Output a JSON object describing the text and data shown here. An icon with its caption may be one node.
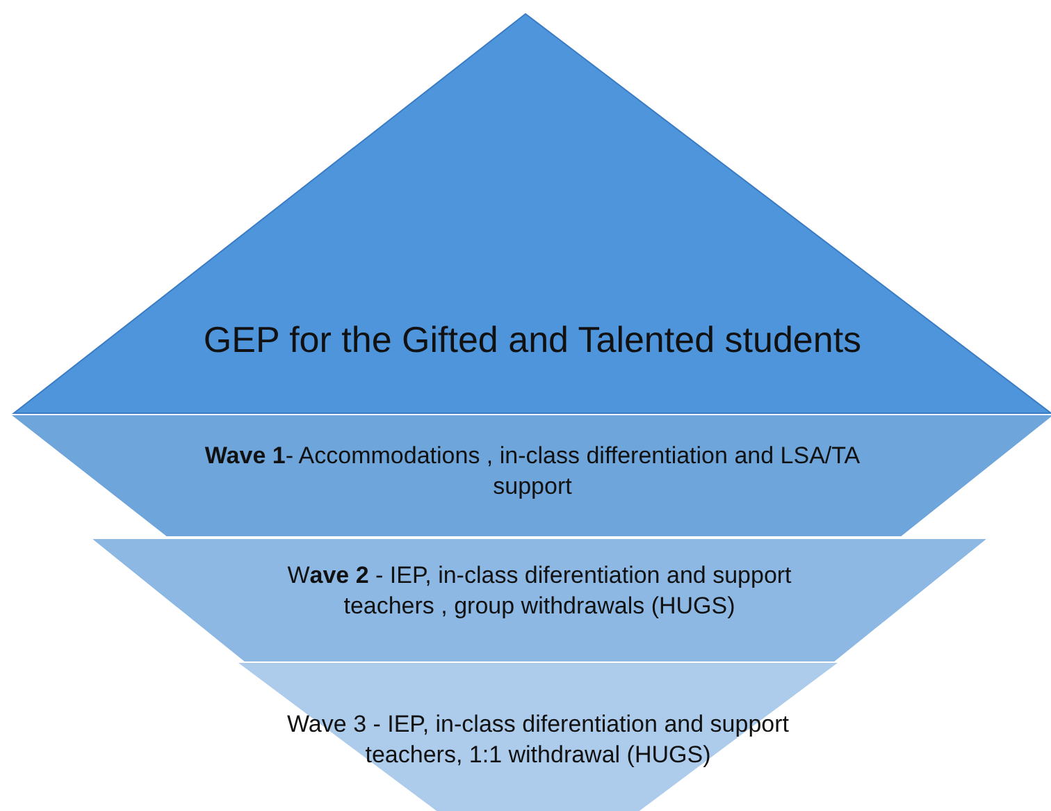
{
  "diagram": {
    "nodes": [
      {
        "text": [
          "GEP for the Gifted and Talented students"
        ]
      },
      {
        "text": [
          "**Wave 1**- Accommodations , in-class differentiation and LSA/TA support"
        ]
      },
      {
        "text": [
          "W**ave 2** - IEP, in-class diferentiation and support teachers , group withdrawals (HUGS)"
        ]
      },
      {
        "text": [
          "Wave  3 - IEP, in-class diferentiation and support teachers, 1:1 withdrawal (HUGS)"
        ]
      }
    ]
  }
}
